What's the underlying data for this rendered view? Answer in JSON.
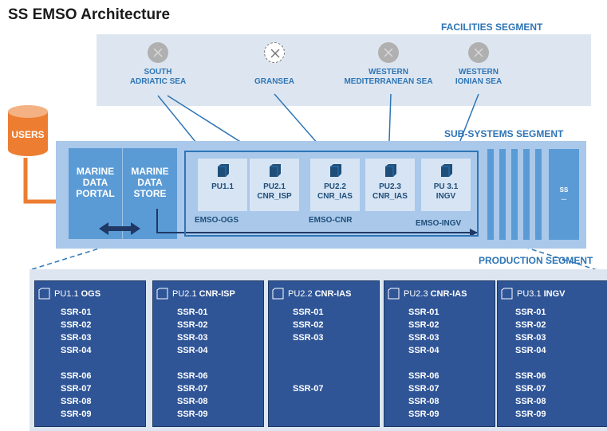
{
  "title": "SS EMSO Architecture",
  "segments": {
    "facilities": "FACILITIES SEGMENT",
    "subsystems": "SUB-SYSTEMS SEGMENT",
    "production": "PRODUCTION SEGMENT"
  },
  "facilities": [
    {
      "line1": "SOUTH",
      "line2": "ADRIATIC SEA",
      "style": "solid"
    },
    {
      "line1": "",
      "line2": "GRANSEA",
      "style": "dashed"
    },
    {
      "line1": "WESTERN",
      "line2": "MEDITERRANEAN SEA",
      "style": "solid"
    },
    {
      "line1": "WESTERN",
      "line2": "IONIAN SEA",
      "style": "solid"
    }
  ],
  "users": "USERS",
  "portal": {
    "line1": "MARINE",
    "line2": "DATA",
    "line3": "PORTAL"
  },
  "store": {
    "line1": "MARINE",
    "line2": "DATA",
    "line3": "STORE"
  },
  "processing_units": [
    {
      "line1": "PU1.1",
      "line2": ""
    },
    {
      "line1": "PU2.1",
      "line2": "CNR_ISP"
    },
    {
      "line1": "PU2.2",
      "line2": "CNR_IAS"
    },
    {
      "line1": "PU2.3",
      "line2": "CNR_IAS"
    },
    {
      "line1": "PU 3.1",
      "line2": "INGV"
    }
  ],
  "groups": {
    "ogs": "EMSO-OGS",
    "cnr": "EMSO-CNR",
    "ingv": "EMSO-INGV"
  },
  "ss_box": {
    "line1": "SS",
    "line2": "..."
  },
  "production_units": [
    {
      "pu": "PU1.1",
      "site": "OGS",
      "ssr": [
        "SSR-01",
        "SSR-02",
        "SSR-03",
        "SSR-04",
        "",
        "SSR-06",
        "SSR-07",
        "SSR-08",
        "SSR-09"
      ]
    },
    {
      "pu": "PU2.1",
      "site": "CNR-ISP",
      "ssr": [
        "SSR-01",
        "SSR-02",
        "SSR-03",
        "SSR-04",
        "",
        "SSR-06",
        "SSR-07",
        "SSR-08",
        "SSR-09"
      ]
    },
    {
      "pu": "PU2.2",
      "site": "CNR-IAS",
      "ssr": [
        "SSR-01",
        "SSR-02",
        "SSR-03",
        "",
        "",
        "",
        "SSR-07",
        "",
        ""
      ]
    },
    {
      "pu": "PU2.3",
      "site": "CNR-IAS",
      "ssr": [
        "SSR-01",
        "SSR-02",
        "SSR-03",
        "SSR-04",
        "",
        "SSR-06",
        "SSR-07",
        "SSR-08",
        "SSR-09"
      ]
    },
    {
      "pu": "PU3.1",
      "site": "INGV",
      "ssr": [
        "SSR-01",
        "SSR-02",
        "SSR-03",
        "SSR-04",
        "",
        "SSR-06",
        "SSR-07",
        "SSR-08",
        "SSR-09"
      ]
    }
  ],
  "colors": {
    "accent": "#2e75b6",
    "users_orange": "#ed7d31",
    "panel_blue": "#5b9bd5",
    "outer_blue": "#a9c8ea",
    "dark_blue": "#2f5597",
    "facilities_bg": "#dde6f0"
  }
}
